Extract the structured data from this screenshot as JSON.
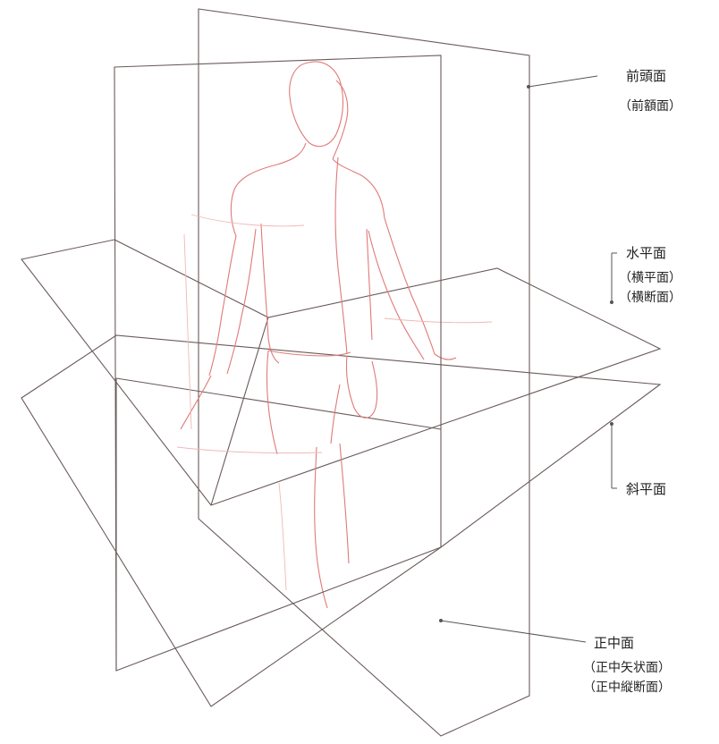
{
  "labels": {
    "frontal": {
      "name": "前頭面",
      "alt1": "（前額面）"
    },
    "horizontal": {
      "name": "水平面",
      "alt1": "（横平面）",
      "alt2": "（横断面）"
    },
    "oblique": {
      "name": "斜平面"
    },
    "median": {
      "name": "正中面",
      "alt1": "（正中矢状面）",
      "alt2": "（正中縦断面）"
    }
  },
  "colors": {
    "plane_outline": "#6b5a5a",
    "figure_outline": "#e07a7a",
    "leader_line": "#555555",
    "text": "#222222"
  }
}
